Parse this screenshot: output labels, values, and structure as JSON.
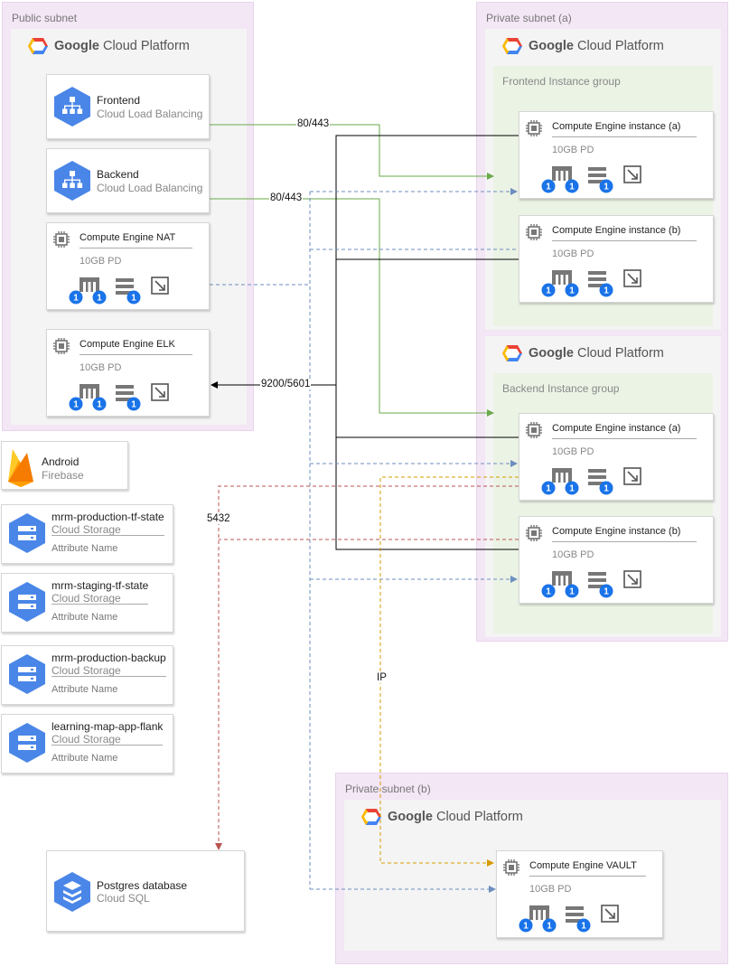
{
  "platform": {
    "brand_word": "Google",
    "rest": "Cloud Platform"
  },
  "colors": {
    "subnet": "#f3e6f5",
    "panel": "#f4f4f4",
    "group": "#ebf3e5",
    "gcp_blue": "#4a86e8",
    "green": "#6aaa4a",
    "blue_dash": "#6c8ebf",
    "red_dash": "#b85450",
    "orange_dash": "#d79b00",
    "black": "#000000"
  },
  "public_subnet": {
    "label": "Public subnet",
    "frontend_lb": {
      "name": "Frontend",
      "service": "Cloud Load Balancing",
      "icon": "load-balancing-icon"
    },
    "backend_lb": {
      "name": "Backend",
      "service": "Cloud Load Balancing",
      "icon": "load-balancing-icon"
    },
    "nat": {
      "title": "Compute Engine NAT",
      "disk": "10GB PD"
    },
    "elk": {
      "title": "Compute Engine ELK",
      "disk": "10GB PD"
    }
  },
  "private_subnet_a": {
    "label": "Private subnet (a)",
    "frontend_group": {
      "label": "Frontend Instance group",
      "instances": [
        {
          "title": "Compute Engine instance (a)",
          "disk": "10GB PD"
        },
        {
          "title": "Compute Engine instance (b)",
          "disk": "10GB PD"
        }
      ]
    },
    "backend_group": {
      "label": "Backend Instance group",
      "instances": [
        {
          "title": "Compute Engine instance (a)",
          "disk": "10GB PD"
        },
        {
          "title": "Compute Engine instance (b)",
          "disk": "10GB PD"
        }
      ]
    }
  },
  "private_subnet_b": {
    "label": "Private subnet (b)",
    "vault": {
      "title": "Compute Engine VAULT",
      "disk": "10GB PD"
    }
  },
  "firebase": {
    "name": "Android",
    "service": "Firebase"
  },
  "storage": [
    {
      "name": "mrm-production-tf-state",
      "service": "Cloud Storage",
      "attr": "Attribute Name"
    },
    {
      "name": "mrm-staging-tf-state",
      "service": "Cloud Storage",
      "attr": "Attribute Name"
    },
    {
      "name": "mrm-production-backup",
      "service": "Cloud Storage",
      "attr": "Attribute Name"
    },
    {
      "name": "learning-map-app-flank",
      "service": "Cloud Storage",
      "attr": "Attribute Name"
    }
  ],
  "database": {
    "name": "Postgres database",
    "service": "Cloud SQL"
  },
  "edges": {
    "frontend_port": "80/443",
    "backend_port": "80/443",
    "elk_port": "9200/5601",
    "postgres_port": "5432",
    "vault_label": "IP"
  },
  "instance_badge": "1"
}
